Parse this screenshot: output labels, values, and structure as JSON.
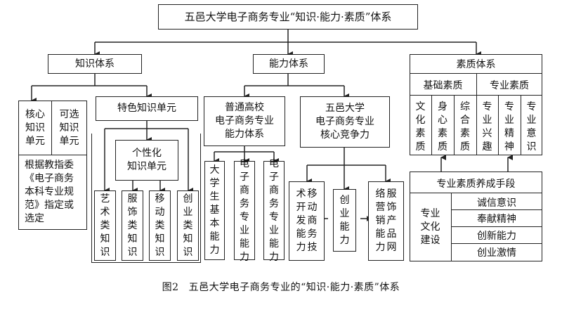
{
  "diagram": {
    "root": "五邑大学电子商务专业“知识·能力·素质”体系",
    "knowledge": {
      "title": "知识体系",
      "core": "核心\n知识\n单元",
      "optional": "可选\n知识\n单元",
      "basis": "根据教指委\n《电子商务\n本科专业规\n范》指定或\n选定",
      "special": "特色知识单元",
      "personal": "个性化\n知识单元",
      "units": [
        "艺术类知识",
        "服饰类知识",
        "移动类知识",
        "创业类知识"
      ]
    },
    "ability": {
      "title": "能力体系",
      "general": "普通高校\n电子商务专业\n能力体系",
      "general_items": [
        "大学生基本能力",
        "电子商务专业能力",
        "电子商务专业能力"
      ],
      "core": "五邑大学\n电子商务专业\n核心竞争力",
      "core_items": [
        "移动商务技术开发能力",
        "创业能力",
        "服饰产品网络营销能力"
      ]
    },
    "quality": {
      "title": "素质体系",
      "basic": "基础素质",
      "professional": "专业素质",
      "basic_items": [
        "文化素质",
        "身心素质",
        "综合素质"
      ],
      "pro_items": [
        "专业兴趣",
        "专业精神",
        "专业意识"
      ],
      "means": "专业素质养成手段",
      "means_left": "专业\n文化\n建设",
      "means_items": [
        "诚信意识",
        "奉献精神",
        "创新能力",
        "创业激情"
      ]
    }
  },
  "caption": {
    "number": "图2",
    "text": "五邑大学电子商务专业的“知识·能力·素质”体系"
  }
}
